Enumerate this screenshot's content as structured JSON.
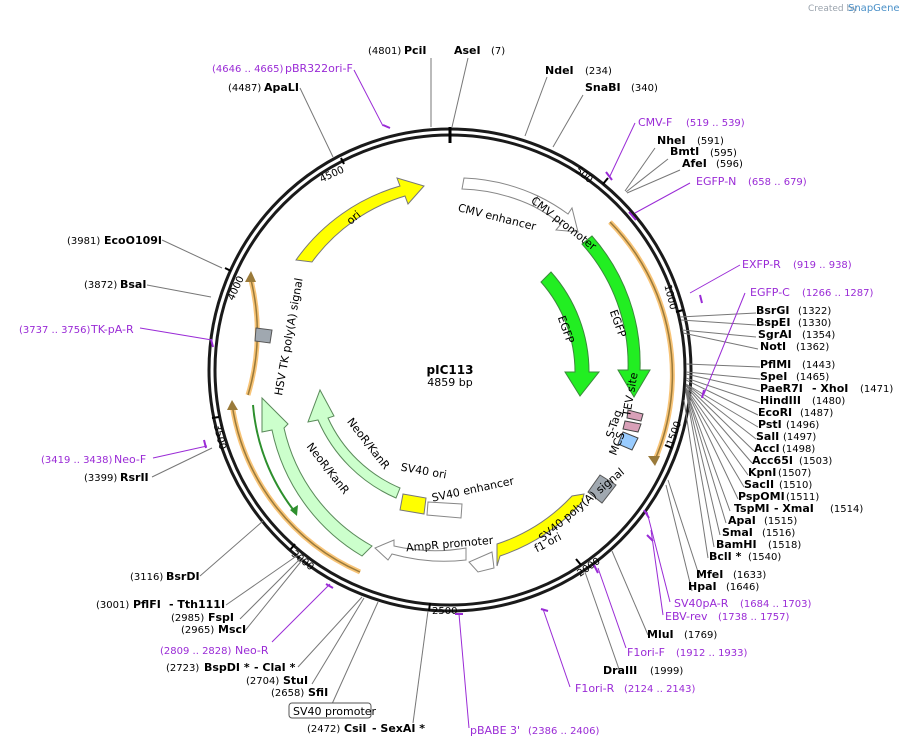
{
  "credit": {
    "prefix": "Created by",
    "brand": "SnapGene"
  },
  "plasmid": {
    "name": "pIC113",
    "length": 4859,
    "length_label": "4859 bp"
  },
  "ticks": [
    "500",
    "1000",
    "1500",
    "2000",
    "2500",
    "3000",
    "3500",
    "4000",
    "4500"
  ],
  "colors": {
    "backbone": "#1a1a1a",
    "egfp": "#22ee22",
    "ori": "#ffff00",
    "neo": "#ccffcc",
    "outline_arrow": "#ffffff",
    "orf": "#f5b04a",
    "orf_arrow": "#9a7a3a",
    "primer": "#9a2bd6",
    "polyA": "#a0a8b0",
    "mcs": "#99ccff",
    "tev": "#d8a0b8"
  },
  "sites": [
    {
      "name": "PciI",
      "pos": "(4801)"
    },
    {
      "name": "AseI",
      "pos": "(7)"
    },
    {
      "name": "NdeI",
      "pos": "(234)"
    },
    {
      "name": "SnaBI",
      "pos": "(340)"
    },
    {
      "name": "NheI",
      "pos": "(591)"
    },
    {
      "name": "BmtI",
      "pos": "(595)"
    },
    {
      "name": "AfeI",
      "pos": "(596)"
    },
    {
      "name": "BsrGI",
      "pos": "(1322)"
    },
    {
      "name": "BspEI",
      "pos": "(1330)"
    },
    {
      "name": "SgrAI",
      "pos": "(1354)"
    },
    {
      "name": "NotI",
      "pos": "(1362)"
    },
    {
      "name": "PflMI",
      "pos": "(1443)"
    },
    {
      "name": "SpeI",
      "pos": "(1465)"
    },
    {
      "name": "PaeR7I",
      "name2": "- XhoI",
      "pos": "(1471)"
    },
    {
      "name": "HindIII",
      "pos": "(1480)"
    },
    {
      "name": "EcoRI",
      "pos": "(1487)"
    },
    {
      "name": "PstI",
      "pos": "(1496)"
    },
    {
      "name": "SalI",
      "pos": "(1497)"
    },
    {
      "name": "AccI",
      "pos": "(1498)"
    },
    {
      "name": "Acc65I",
      "pos": "(1503)"
    },
    {
      "name": "KpnI",
      "pos": "(1507)"
    },
    {
      "name": "SacII",
      "pos": "(1510)"
    },
    {
      "name": "PspOMI",
      "pos": "(1511)"
    },
    {
      "name": "TspMI",
      "name2": "- XmaI",
      "pos": "(1514)"
    },
    {
      "name": "ApaI",
      "pos": "(1515)"
    },
    {
      "name": "SmaI",
      "pos": "(1516)"
    },
    {
      "name": "BamHI",
      "pos": "(1518)"
    },
    {
      "name": "BclI *",
      "pos": "(1540)"
    },
    {
      "name": "MfeI",
      "pos": "(1633)"
    },
    {
      "name": "HpaI",
      "pos": "(1646)"
    },
    {
      "name": "MluI",
      "pos": "(1769)"
    },
    {
      "name": "DraIII",
      "pos": "(1999)"
    },
    {
      "name": "CsiI",
      "name2": "- SexAI *",
      "pos": "(2472)"
    },
    {
      "name": "SfiI",
      "pos": "(2658)"
    },
    {
      "name": "StuI",
      "pos": "(2704)"
    },
    {
      "name": "BspDI *",
      "name2": "- ClaI *",
      "pos": "(2723)"
    },
    {
      "name": "MscI",
      "pos": "(2965)"
    },
    {
      "name": "FspI",
      "pos": "(2985)"
    },
    {
      "name": "PflFI",
      "name2": "- Tth111I",
      "pos": "(3001)"
    },
    {
      "name": "BsrDI",
      "pos": "(3116)"
    },
    {
      "name": "RsrII",
      "pos": "(3399)"
    },
    {
      "name": "BsaI",
      "pos": "(3872)"
    },
    {
      "name": "EcoO109I",
      "pos": "(3981)"
    },
    {
      "name": "ApaLI",
      "pos": "(4487)"
    }
  ],
  "primers": [
    {
      "name": "pBR322ori-F",
      "range": "(4646 .. 4665)"
    },
    {
      "name": "CMV-F",
      "range": "(519 .. 539)"
    },
    {
      "name": "EGFP-N",
      "range": "(658 .. 679)"
    },
    {
      "name": "EXFP-R",
      "range": "(919 .. 938)"
    },
    {
      "name": "EGFP-C",
      "range": "(1266 .. 1287)"
    },
    {
      "name": "SV40pA-R",
      "range": "(1684 .. 1703)"
    },
    {
      "name": "EBV-rev",
      "range": "(1738 .. 1757)"
    },
    {
      "name": "F1ori-F",
      "range": "(1912 .. 1933)"
    },
    {
      "name": "F1ori-R",
      "range": "(2124 .. 2143)"
    },
    {
      "name": "pBABE 3'",
      "range": "(2386 .. 2406)"
    },
    {
      "name": "Neo-R",
      "range": "(2809 .. 2828)"
    },
    {
      "name": "Neo-F",
      "range": "(3419 .. 3438)"
    },
    {
      "name": "TK-pA-R",
      "range": "(3737 .. 3756)"
    }
  ],
  "features": {
    "cmv_enhancer": "CMV enhancer",
    "cmv_promoter": "CMV promoter",
    "egfp_outer": "EGFP",
    "egfp_inner": "EGFP",
    "tev_site": "TEV site",
    "s_tag": "S-Tag",
    "mcs": "MCS",
    "sv40_polya": "SV40 poly(A) signal",
    "f1_ori": "f1 ori",
    "sv40_ori": "SV40 ori",
    "sv40_enhancer": "SV40 enhancer",
    "ampr_promoter": "AmpR promoter",
    "neor_outer": "NeoR/KanR",
    "neor_inner": "NeoR/KanR",
    "hsv_tk_polya": "HSV TK poly(A) signal",
    "ori": "ori",
    "sv40_promoter": "SV40 promoter"
  }
}
